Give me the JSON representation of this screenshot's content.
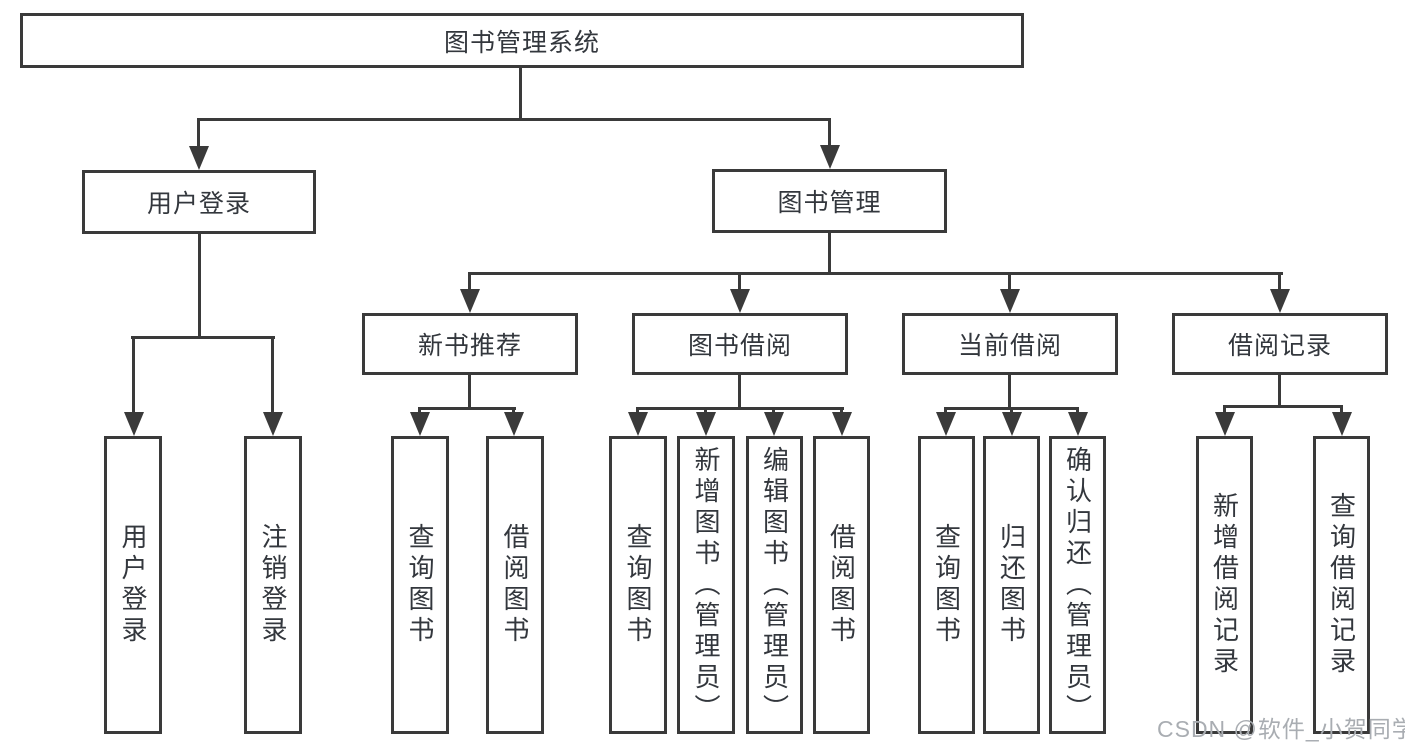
{
  "diagram": {
    "title": "图书管理系统",
    "root": {
      "label": "图书管理系统"
    },
    "level2": {
      "user_login": {
        "label": "用户登录"
      },
      "book_management": {
        "label": "图书管理"
      }
    },
    "level3": {
      "new_book_recommend": {
        "label": "新书推荐"
      },
      "book_borrowing": {
        "label": "图书借阅"
      },
      "current_borrowing": {
        "label": "当前借阅"
      },
      "borrow_records": {
        "label": "借阅记录"
      }
    },
    "leaves": {
      "login_group": [
        "用户登录",
        "注销登录"
      ],
      "newbook_group": [
        "查询图书",
        "借阅图书"
      ],
      "borrowing_group": [
        "查询图书",
        "新增图书（管理员）",
        "编辑图书（管理员）",
        "借阅图书"
      ],
      "current_group": [
        "查询图书",
        "归还图书",
        "确认归还（管理员）"
      ],
      "records_group": [
        "新增借阅记录",
        "查询借阅记录"
      ]
    }
  },
  "watermark": "CSDN @软件_小贺同学",
  "colors": {
    "line": "#3a3a3a",
    "text": "#33373d",
    "watermark": "#a9adb2",
    "background": "#ffffff"
  }
}
